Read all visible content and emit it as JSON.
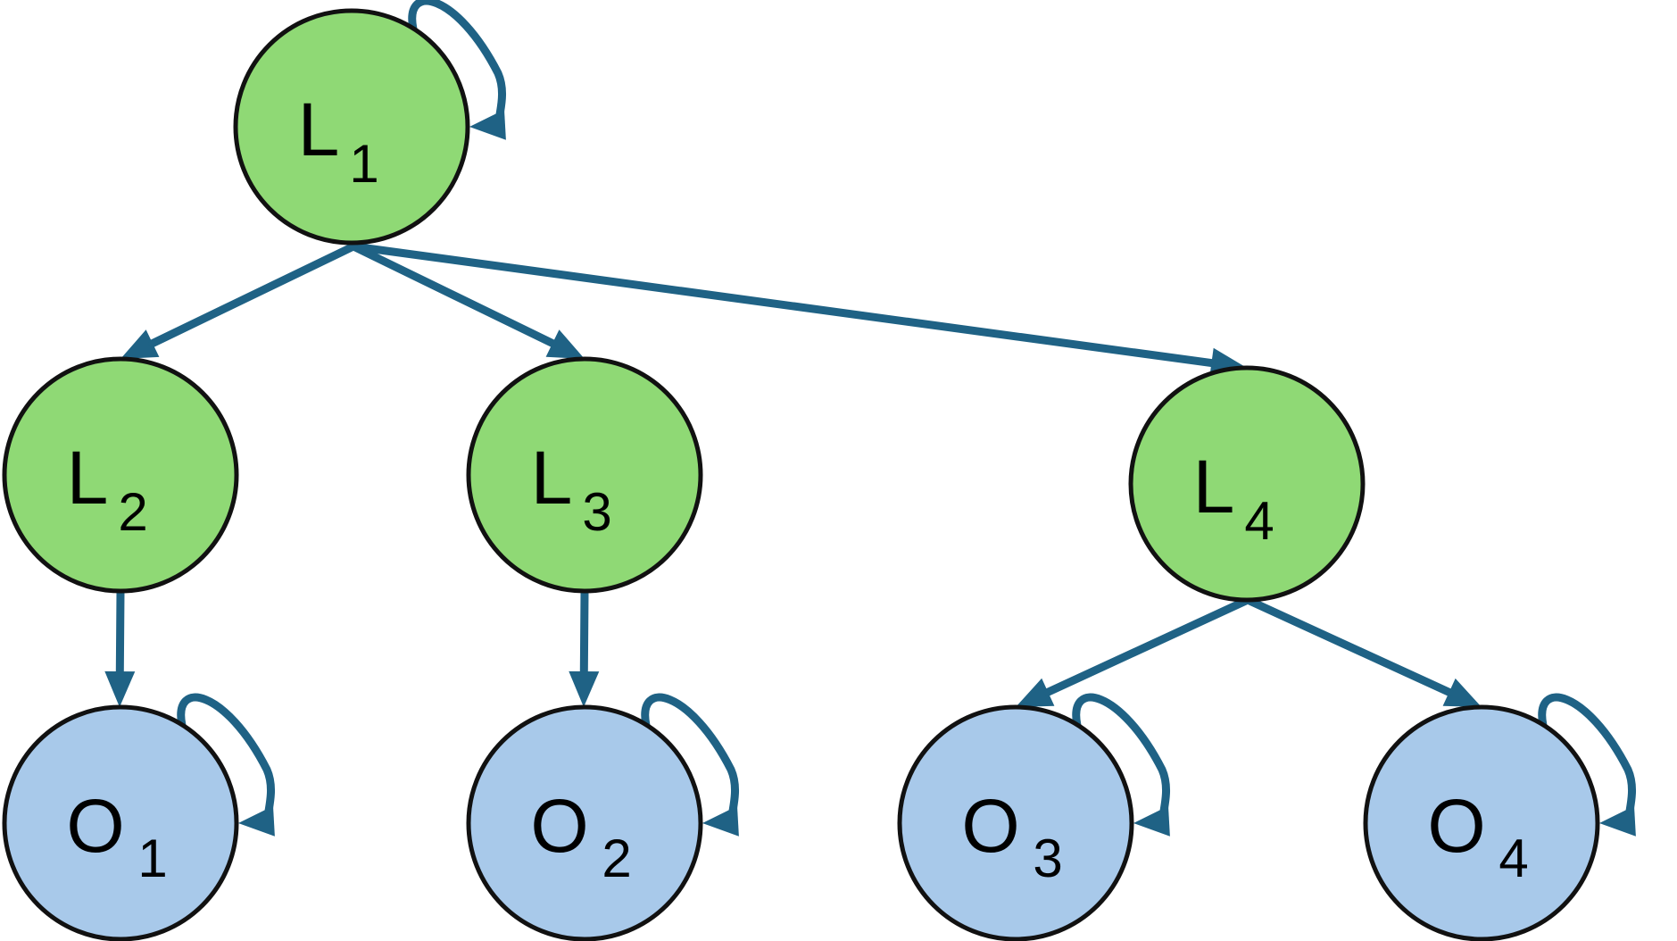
{
  "colors": {
    "latent_fill": "#8fd975",
    "observed_fill": "#a8c9ea",
    "node_stroke": "#111111",
    "edge": "#1f6285"
  },
  "nodes": [
    {
      "id": "L1",
      "type": "latent",
      "label_main": "L",
      "label_sub": "1"
    },
    {
      "id": "L2",
      "type": "latent",
      "label_main": "L",
      "label_sub": "2"
    },
    {
      "id": "L3",
      "type": "latent",
      "label_main": "L",
      "label_sub": "3"
    },
    {
      "id": "L4",
      "type": "latent",
      "label_main": "L",
      "label_sub": "4"
    },
    {
      "id": "O1",
      "type": "observed",
      "label_main": "O",
      "label_sub": "1"
    },
    {
      "id": "O2",
      "type": "observed",
      "label_main": "O",
      "label_sub": "2"
    },
    {
      "id": "O3",
      "type": "observed",
      "label_main": "O",
      "label_sub": "3"
    },
    {
      "id": "O4",
      "type": "observed",
      "label_main": "O",
      "label_sub": "4"
    }
  ],
  "edges": [
    {
      "from": "L1",
      "to": "L2"
    },
    {
      "from": "L1",
      "to": "L3"
    },
    {
      "from": "L1",
      "to": "L4"
    },
    {
      "from": "L2",
      "to": "O1"
    },
    {
      "from": "L3",
      "to": "O2"
    },
    {
      "from": "L4",
      "to": "O3"
    },
    {
      "from": "L4",
      "to": "O4"
    },
    {
      "from": "L1",
      "to": "L1"
    },
    {
      "from": "O1",
      "to": "O1"
    },
    {
      "from": "O2",
      "to": "O2"
    },
    {
      "from": "O3",
      "to": "O3"
    },
    {
      "from": "O4",
      "to": "O4"
    }
  ]
}
